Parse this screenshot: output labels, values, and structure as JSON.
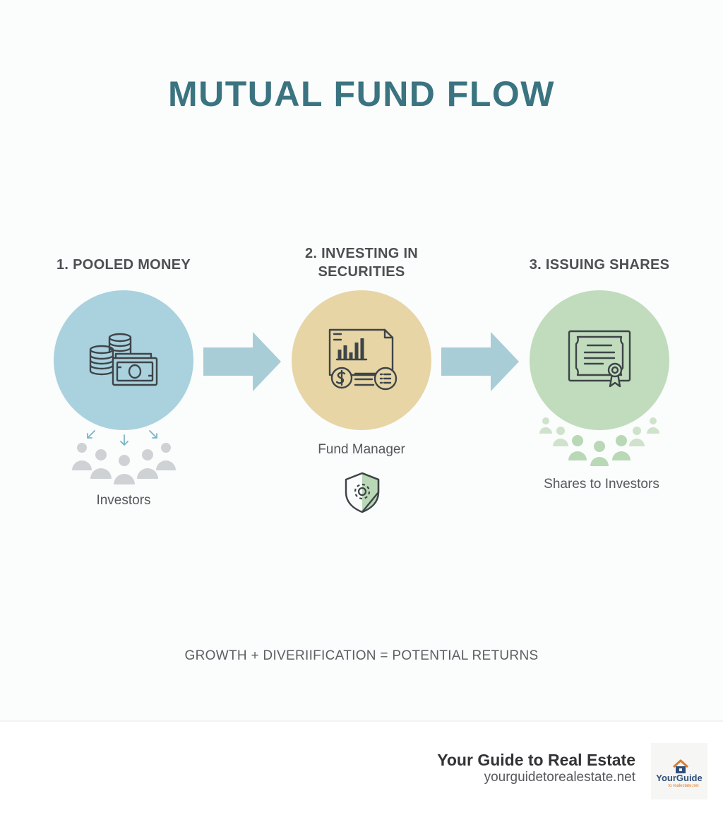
{
  "title": "MUTUAL FUND FLOW",
  "steps": [
    {
      "title": "1. POOLED MONEY",
      "caption": "Investors",
      "icon": "money-stack-icon",
      "color": "#a9d2de"
    },
    {
      "title_line1": "2. INVESTING IN",
      "title_line2": "SECURITIES",
      "caption": "Fund Manager",
      "icon": "securities-report-icon",
      "sub_icon": "shield-gear-icon",
      "color": "#e7d5a6"
    },
    {
      "title": "3. ISSUING SHARES",
      "caption": "Shares to Investors",
      "icon": "certificate-icon",
      "color": "#c0dcbd"
    }
  ],
  "formula": "GROWTH + DIVERIIFICATION = POTENTIAL RETURNS",
  "footer": {
    "brand": "Your Guide to Real Estate",
    "url": "yourguidetorealestate.net",
    "logo_text": "YourGuide",
    "logo_subtext": "to realestate.net"
  },
  "colors": {
    "title": "#3a7480",
    "arrow": "#a8cdd7",
    "person": "#cfd2d4",
    "person_green": "#b9d8b6"
  }
}
